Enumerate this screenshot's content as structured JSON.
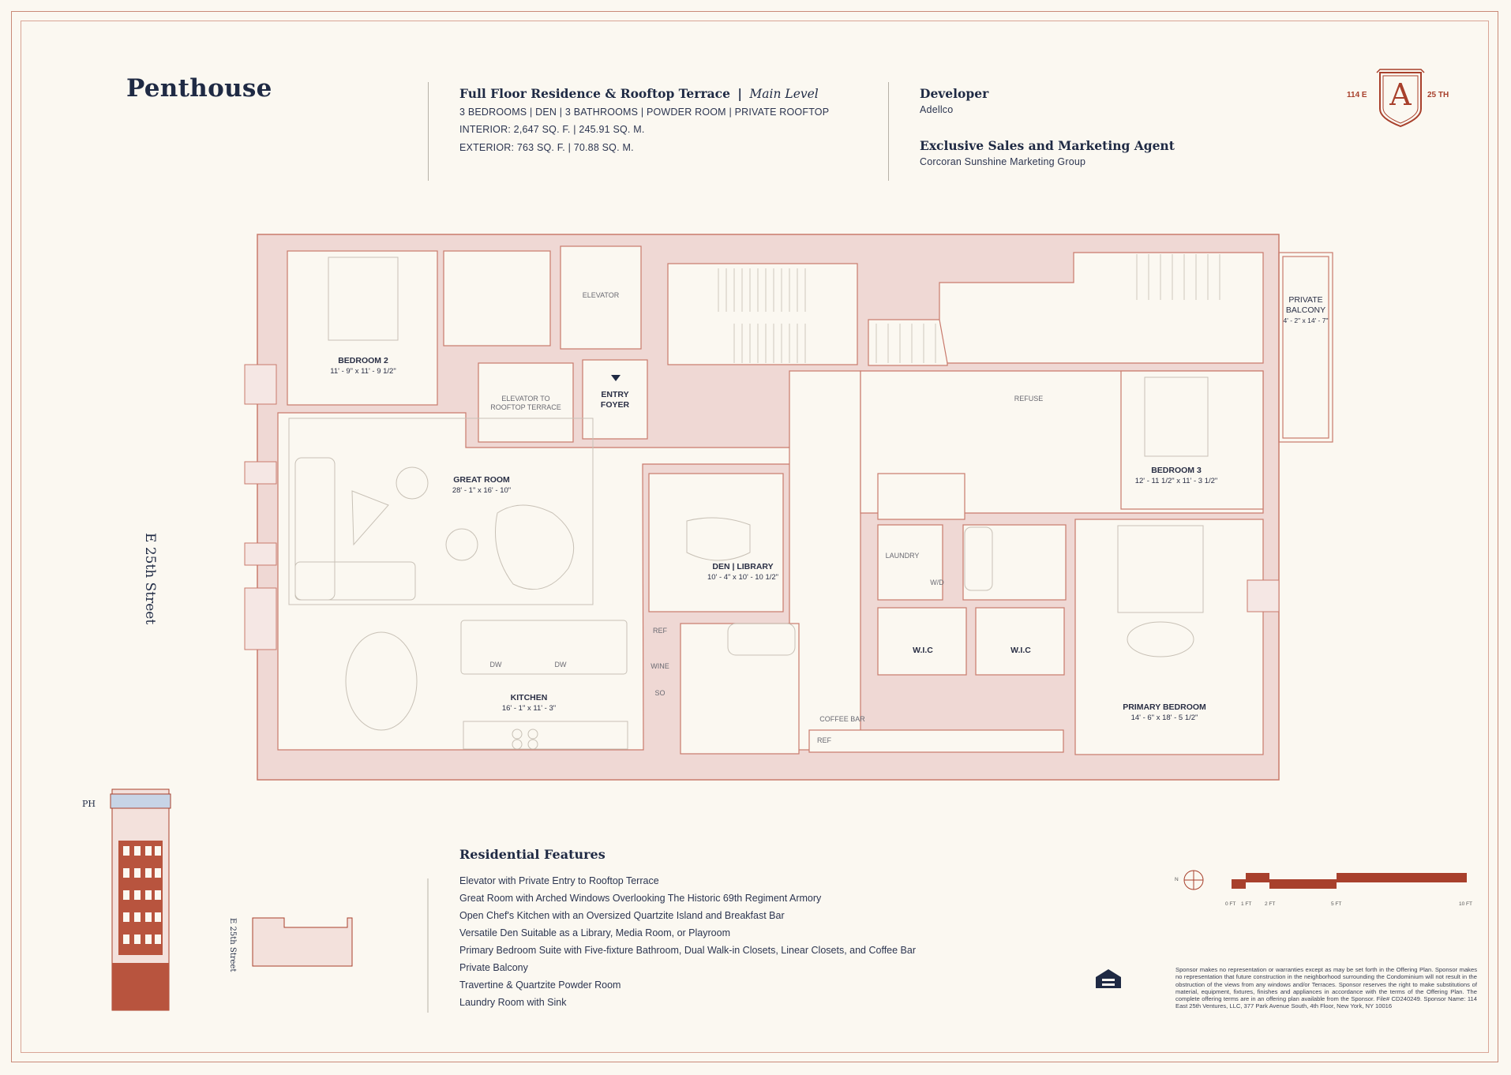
{
  "header": {
    "title": "Penthouse",
    "residence_line_main": "Full Floor Residence & Rooftop Terrace",
    "residence_line_sep": "|",
    "residence_level": "Main Level",
    "summary": "3 BEDROOMS  |  DEN  |  3 BATHROOMS  |  POWDER ROOM  |  PRIVATE ROOFTOP",
    "interior": "INTERIOR:  2,647 SQ. F.  |  245.91 SQ. M.",
    "exterior": "EXTERIOR:  763 SQ. F.  |  70.88 SQ. M.",
    "developer_label": "Developer",
    "developer_name": "Adellco",
    "agent_label": "Exclusive Sales and Marketing Agent",
    "agent_name": "Corcoran Sunshine Marketing Group"
  },
  "logo": {
    "letter": "A",
    "left_text": "114 E",
    "right_text": "25 TH"
  },
  "rooms": {
    "bedroom2": {
      "name": "BEDROOM 2",
      "dims": "11' - 9\" x 11' - 9 1/2\""
    },
    "elevator": {
      "name": "ELEVATOR"
    },
    "elevator_roof": {
      "name": "ELEVATOR TO ROOFTOP TERRACE"
    },
    "entry_foyer": {
      "name": "ENTRY FOYER"
    },
    "great_room": {
      "name": "GREAT ROOM",
      "dims": "28' - 1\" x 16' - 10\""
    },
    "den": {
      "name": "DEN  |  LIBRARY",
      "dims": "10' - 4\" x 10' - 10 1/2\""
    },
    "kitchen": {
      "name": "KITCHEN",
      "dims": "16' - 1\" x 11' - 3\""
    },
    "bedroom3": {
      "name": "BEDROOM 3",
      "dims": "12' - 11 1/2\" x 11' - 3 1/2\""
    },
    "primary": {
      "name": "PRIMARY BEDROOM",
      "dims": "14' - 6\" x 18' - 5 1/2\""
    },
    "balcony": {
      "name": "PRIVATE BALCONY",
      "dims": "4' - 2\" x 14' - 7\""
    },
    "wic1": {
      "name": "W.I.C"
    },
    "wic2": {
      "name": "W.I.C"
    }
  },
  "labels": {
    "refuse": "REFUSE",
    "laundry": "LAUNDRY",
    "wd": "W/D",
    "ref": "REF",
    "wine": "WINE",
    "so": "SO",
    "dw1": "DW",
    "dw2": "DW",
    "coffee_bar": "COFFEE BAR",
    "ref2": "REF"
  },
  "street": "E 25th Street",
  "street_small": "E 25th Street",
  "building_marker": "PH",
  "features": {
    "title": "Residential Features",
    "items": [
      "Elevator with Private Entry to Rooftop Terrace",
      "Great Room with Arched Windows Overlooking The Historic 69th Regiment Armory",
      "Open Chef's Kitchen with an Oversized Quartzite Island and Breakfast Bar",
      "Versatile Den Suitable as a Library, Media Room, or Playroom",
      "Primary Bedroom Suite with Five-fixture Bathroom, Dual Walk-in Closets, Linear Closets, and Coffee Bar",
      "Private Balcony",
      "Travertine & Quartzite Powder Room",
      "Laundry Room with Sink"
    ]
  },
  "scale": {
    "north": "N",
    "ticks": [
      "0 FT",
      "1 FT",
      "2 FT",
      "5 FT",
      "10 FT"
    ]
  },
  "disclaimer": "Sponsor makes no representation or warranties except as may be set forth in the Offering Plan. Sponsor makes no representation that future construction in the neighborhood surrounding the Condominium will not result in the obstruction of the views from any windows and/or Terraces. Sponsor reserves the right to make substitutions of material, equipment, fixtures, finishes and appliances in accordance with the terms of the Offering Plan. The complete offering terms are in an offering plan available from the Sponsor. File# CD240249. Sponsor Name: 114 East 25th Ventures, LLC, 377 Park Avenue South, 4th Floor, New York, NY 10016",
  "colors": {
    "wall": "#eed6d2",
    "wall_line": "#c97a6c",
    "accent": "#a8402c",
    "ink": "#1f2a44"
  }
}
